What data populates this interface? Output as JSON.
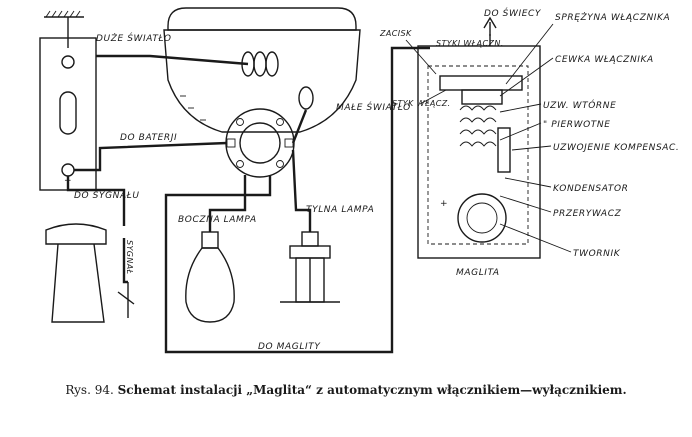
{
  "labels": {
    "duze_swiatlo": "DUŻE ŚWIATŁO",
    "do_baterji": "DO BATERJI",
    "do_sygnalu": "DO SYGNAŁU",
    "sygnal": "SYGNAŁ",
    "male_swiatlo": "MAŁE ŚWIATŁO",
    "boczna_lampa": "BOCZNA LAMPA",
    "tylna_lampa": "TYLNA LAMPA",
    "do_maglity": "DO MAGLITY",
    "do_swiecy": "DO ŚWIECY",
    "zacisk": "ZACISK",
    "styki_wlaczn": "STYKI WŁĄCZN.",
    "styk_wlacz": "STYK WŁĄCZ.",
    "sprezyna_wlacznika": "SPRĘŻYNA WŁĄCZNIKA",
    "cewka_wlacznika": "CEWKA WŁĄCZNIKA",
    "uzw_wtorne": "UZW. WTÓRNE",
    "pierwotne": "\"    PIERWOTNE",
    "uzwojenie_kompensac": "UZWOJENIE KOMPENSAC.",
    "kondensator": "KONDENSATOR",
    "przerywacz": "PRZERYWACZ",
    "twornik": "TWORNIK",
    "maglita": "MAGLITA",
    "plus": "+"
  },
  "caption": {
    "prefix": "Rys. 94.",
    "text": "Schemat instalacji „Maglita“ z automatycznym włącznikiem—wyłącznikiem."
  }
}
